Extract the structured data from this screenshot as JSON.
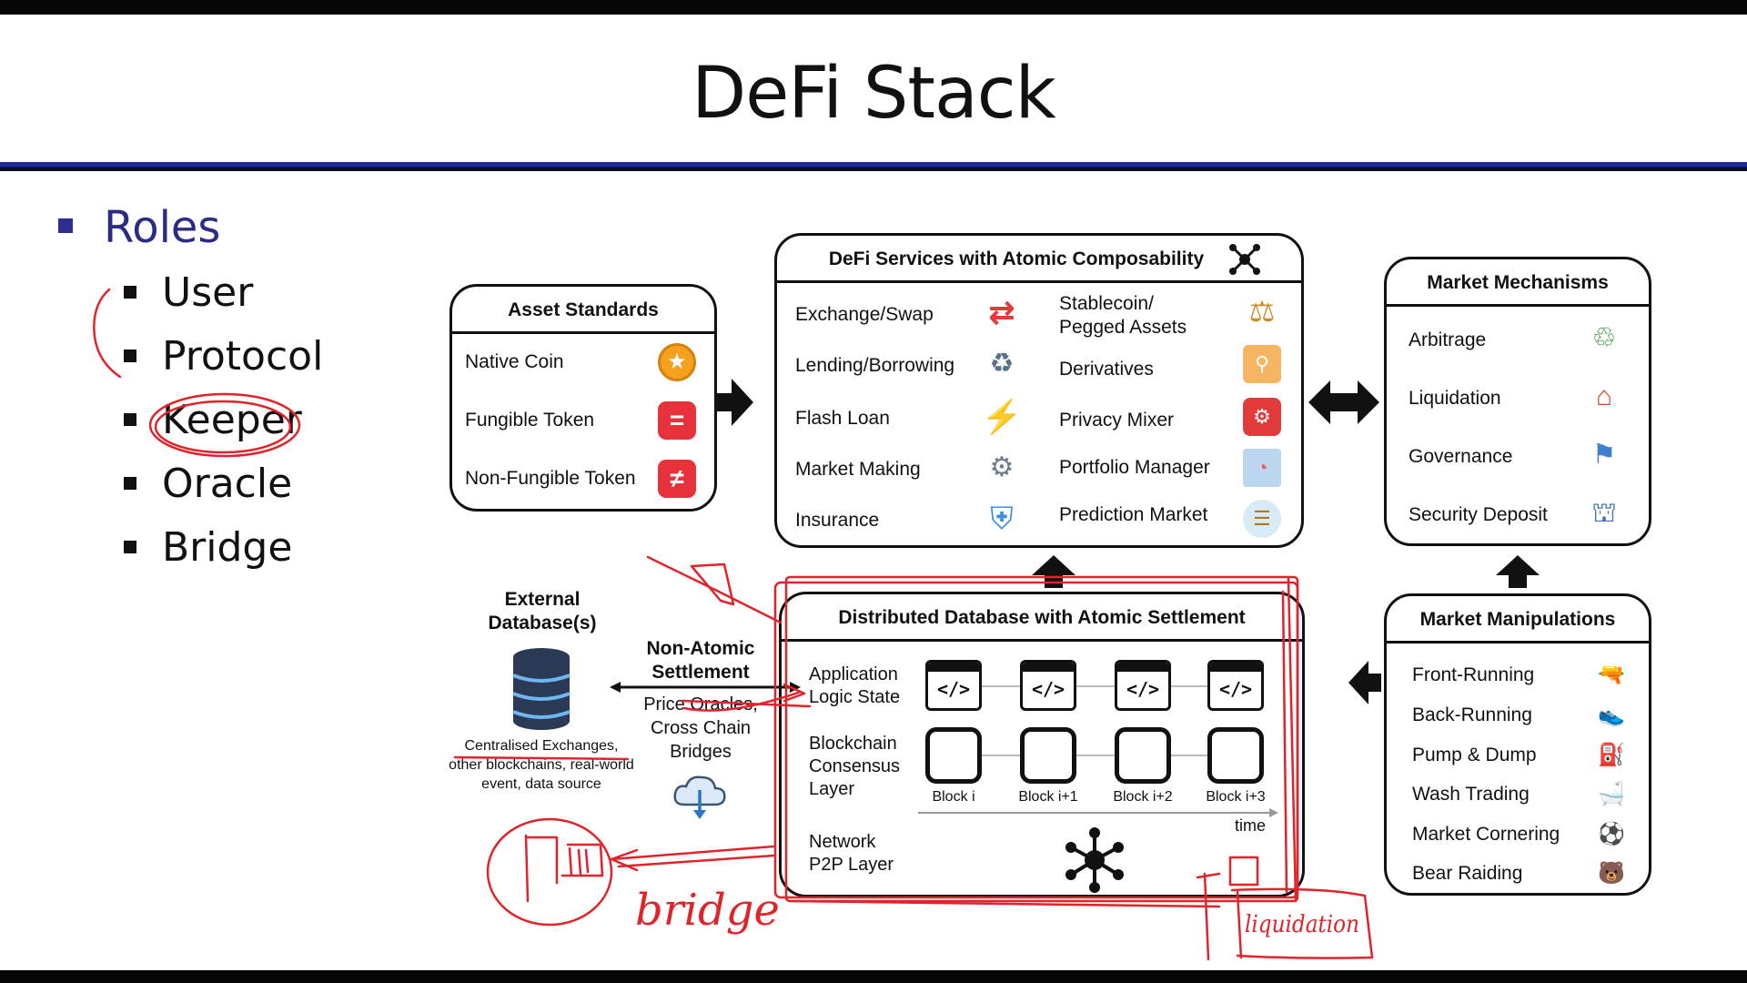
{
  "slide": {
    "title": "DeFi Stack",
    "roles_title": "Roles",
    "roles": [
      "User",
      "Protocol",
      "Keeper",
      "Oracle",
      "Bridge"
    ]
  },
  "asset_standards": {
    "title": "Asset Standards",
    "items": [
      {
        "label": "Native Coin",
        "icon": "coin-icon"
      },
      {
        "label": "Fungible Token",
        "icon": "equals-token-icon"
      },
      {
        "label": "Non-Fungible Token",
        "icon": "not-equals-token-icon"
      }
    ]
  },
  "defi_services": {
    "title": "DeFi Services with Atomic Composability",
    "left": [
      {
        "label": "Exchange/Swap",
        "icon": "swap-arrows-icon"
      },
      {
        "label": "Lending/Borrowing",
        "icon": "lending-icon"
      },
      {
        "label": "Flash Loan",
        "icon": "lightning-icon"
      },
      {
        "label": "Market Making",
        "icon": "faucet-icon"
      },
      {
        "label": "Insurance",
        "icon": "shield-icon"
      }
    ],
    "right": [
      {
        "label": "Stablecoin/",
        "label2": "Pegged Assets",
        "icon": "balance-scale-icon"
      },
      {
        "label": "Derivatives",
        "icon": "derivatives-icon"
      },
      {
        "label": "Privacy Mixer",
        "icon": "mixer-icon"
      },
      {
        "label": "Portfolio Manager",
        "icon": "portfolio-chart-icon"
      },
      {
        "label": "Prediction Market",
        "icon": "crystal-ball-icon"
      }
    ]
  },
  "market_mechanisms": {
    "title": "Market Mechanisms",
    "items": [
      {
        "label": "Arbitrage",
        "icon": "currency-cycle-icon"
      },
      {
        "label": "Liquidation",
        "icon": "house-lock-icon"
      },
      {
        "label": "Governance",
        "icon": "handshake-icon"
      },
      {
        "label": "Security Deposit",
        "icon": "bank-icon"
      }
    ]
  },
  "market_manipulations": {
    "title": "Market Manipulations",
    "items": [
      {
        "label": "Front-Running",
        "icon": "🔫"
      },
      {
        "label": "Back-Running",
        "icon": "👟"
      },
      {
        "label": "Pump & Dump",
        "icon": "⛽"
      },
      {
        "label": "Wash Trading",
        "icon": "🛁"
      },
      {
        "label": "Market Cornering",
        "icon": "⚽"
      },
      {
        "label": "Bear Raiding",
        "icon": "🐻"
      }
    ]
  },
  "external": {
    "title": "External",
    "title2": "Database(s)",
    "desc1": "Centralised Exchanges,",
    "desc2": "other blockchains, real-world",
    "desc3": "event, data source"
  },
  "non_atomic": {
    "title": "Non-Atomic",
    "title2": "Settlement",
    "line1": "Price Oracles,",
    "line2": "Cross Chain",
    "line3": "Bridges"
  },
  "distributed_db": {
    "title": "Distributed Database with Atomic Settlement",
    "app_layer": [
      "Application",
      "Logic State"
    ],
    "consensus_layer": [
      "Blockchain",
      "Consensus",
      "Layer"
    ],
    "network_layer": [
      "Network",
      "P2P Layer"
    ],
    "code_tag": "</>",
    "blocks": [
      "Block i",
      "Block i+1",
      "Block i+2",
      "Block i+3"
    ],
    "time_label": "time"
  },
  "annotations": {
    "bridge": "bridge",
    "liquidation": "liquidation"
  }
}
